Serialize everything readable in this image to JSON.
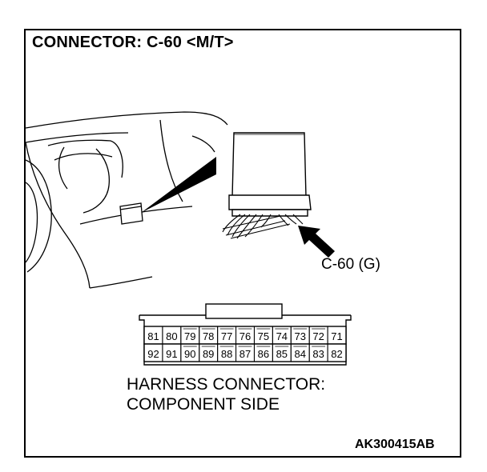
{
  "title": "CONNECTOR: C-60 <M/T>",
  "callout_label": "C-60 (G)",
  "caption": {
    "line1": "HARNESS CONNECTOR:",
    "line2": "COMPONENT SIDE"
  },
  "figure_id": "AK300415AB",
  "connector": {
    "top_row": [
      "81",
      "80",
      "79",
      "78",
      "77",
      "76",
      "75",
      "74",
      "73",
      "72",
      "71"
    ],
    "bottom_row": [
      "92",
      "91",
      "90",
      "89",
      "88",
      "87",
      "86",
      "85",
      "84",
      "83",
      "82"
    ]
  }
}
